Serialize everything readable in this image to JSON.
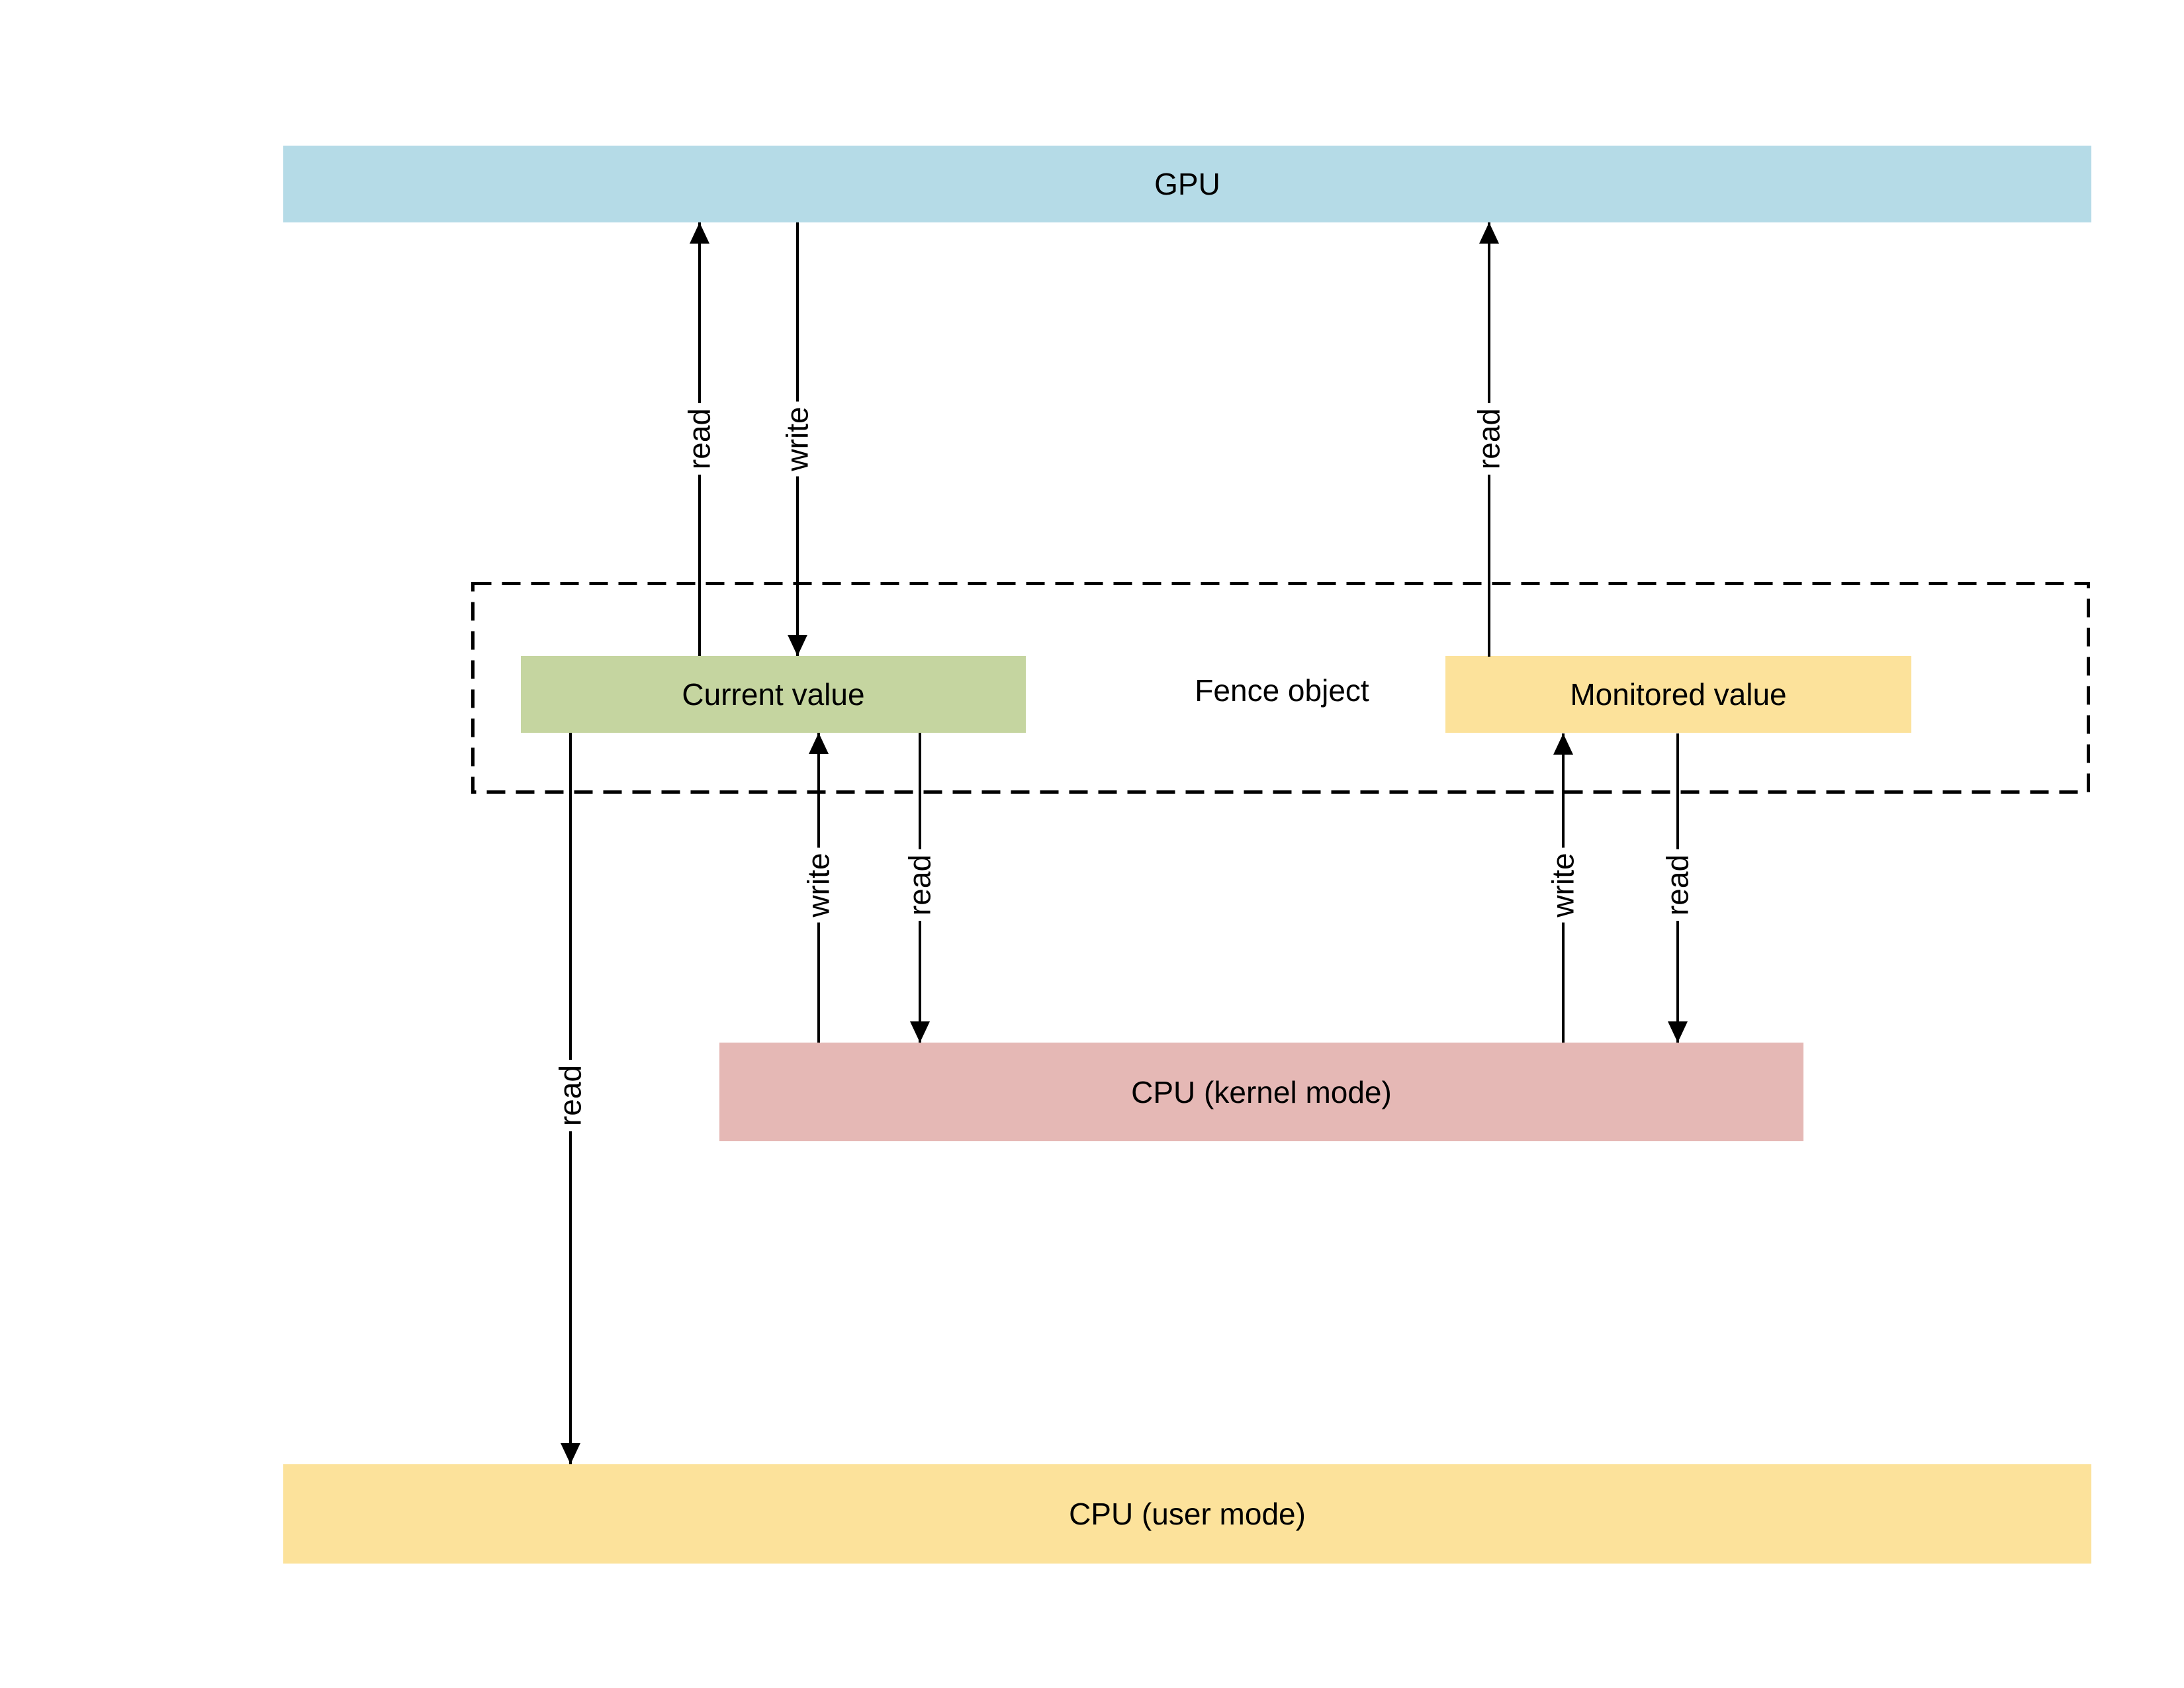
{
  "diagram": {
    "nodes": {
      "gpu": {
        "label": "GPU",
        "color": "#b5dbe7"
      },
      "current_value": {
        "label": "Current value",
        "color": "#c5d5a0"
      },
      "monitored_value": {
        "label": "Monitored value",
        "color": "#fce29b"
      },
      "fence": {
        "label": "Fence object"
      },
      "cpu_kernel": {
        "label": "CPU (kernel mode)",
        "color": "#e5b8b5"
      },
      "cpu_user": {
        "label": "CPU (user mode)",
        "color": "#fce29b"
      }
    },
    "edges": {
      "current_to_gpu": {
        "label": "read"
      },
      "gpu_to_current": {
        "label": "write"
      },
      "monitored_to_gpu": {
        "label": "read"
      },
      "current_to_cpu_user": {
        "label": "read"
      },
      "cpu_kernel_to_current": {
        "label": "write"
      },
      "current_to_cpu_kernel": {
        "label": "read"
      },
      "cpu_kernel_to_monitored": {
        "label": "write"
      },
      "monitored_to_cpu_kernel": {
        "label": "read"
      }
    },
    "line_color": "#000000"
  }
}
